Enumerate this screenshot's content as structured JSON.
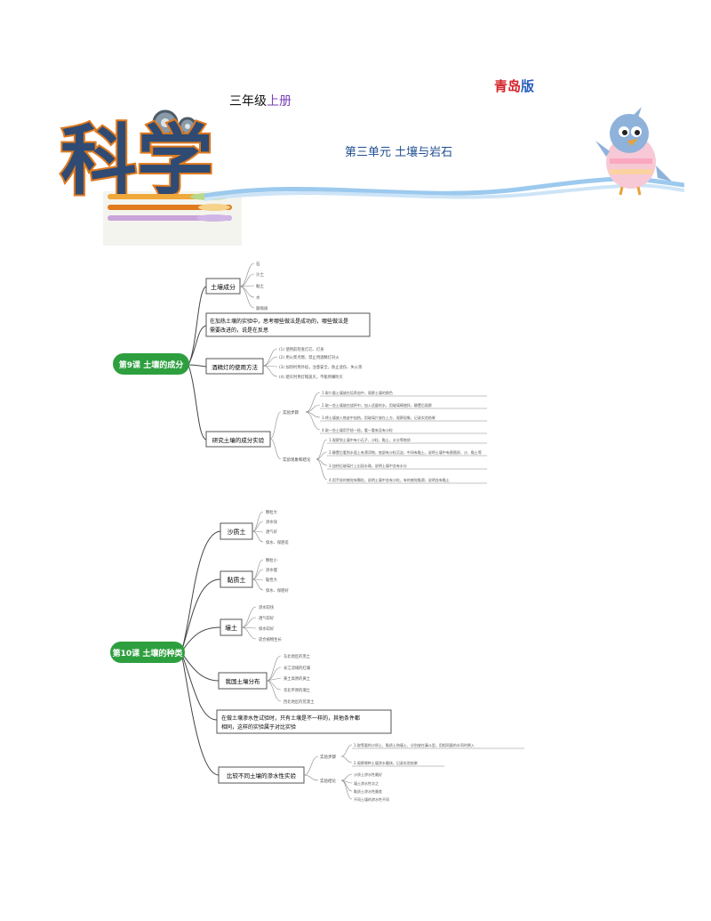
{
  "header": {
    "grade": "三年级",
    "grade_hi": "上册",
    "edition_a": "青岛",
    "edition_b": "版",
    "logo_text": "科学",
    "unit_title": "第三单元 土壤与岩石"
  },
  "map1": {
    "root": "第9课 土壤的成分",
    "n1": "土壤成分",
    "n1_leaves": [
      "石",
      "沙土",
      "黏土",
      "水",
      "腐殖质"
    ],
    "n2_line1": "在加热土壤的实验中，思考哪些做法是成功的，哪些做法是",
    "n2_line2": "需要改进的，说是在反思",
    "n3": "酒精灯的使用方法",
    "n3_leaves": [
      "(1) 使用前检查灯芯、灯身",
      "(2) 用火柴点燃，禁止用酒精灯对火",
      "(3) 加热时用外焰，注意安全，防止烫伤、失火等",
      "(4) 熄灭时用灯帽盖灭，不能用嘴吹灭"
    ],
    "n4": "研究土壤的成分实验",
    "n4_sub_a": "实验步骤",
    "n4_sub_a_leaves": [
      "1.取少量土壤放在培养皿中，观察土壤的颜色",
      "2.取一些土壤放在烧杯中，加入适量的水，用玻璃棒搅拌，静置后观察",
      "3.将土壤放入铁皮中加热，用玻璃片放在上方，观察现象，记录实验结果",
      "4.取一些土壤用手捻一捻，看一看有没有沙粒"
    ],
    "n4_sub_b": "实验现象和结论",
    "n4_sub_b_leaves": [
      "1.观察到土壤中有小石子、沙粒、黏土、水分等物质",
      "2.静置后看到水面上有漂浮物，底部有沙粒沉淀，中间有黏土，说明土壤中有腐殖质、沙、黏土等",
      "3.加热后玻璃片上出现水珠，说明土壤中含有水分",
      "4.用手捻时感觉有颗粒，说明土壤中含有沙粒，有的感觉黏滑，说明含有黏土"
    ]
  },
  "map2": {
    "root": "第10课 土壤的种类",
    "sand": "沙质土",
    "sand_leaves": [
      "颗粒大",
      "渗水快",
      "透气好",
      "保水、保肥差"
    ],
    "clay": "黏质土",
    "clay_leaves": [
      "颗粒小",
      "渗水慢",
      "黏性大",
      "保水、保肥好"
    ],
    "loam": "壤土",
    "loam_leaves": [
      "渗水较快",
      "透气较好",
      "保水较好",
      "适合植物生长"
    ],
    "dist": "我国土壤分布",
    "dist_leaves": [
      "东北地区的黑土",
      "长江流域的红壤",
      "黄土高原的黄土",
      "华北平原的潮土",
      "西北地区的荒漠土"
    ],
    "exp_line1": "在做土壤渗水性试验时，只有土壤是不一样的，其他条件都",
    "exp_line2": "相同，这样的实验属于对比实验",
    "cmp": "比较不同土壤的渗水性实验",
    "cmp_sub_a": "实验步骤",
    "cmp_sub_a_leaves": [
      "1.取等量的沙质土、黏质土和壤土，分别放在漏斗里，用相同量的水同时倒入",
      "2.观察哪种土壤渗水最快，记录实验结果"
    ],
    "cmp_sub_b": "实验结论",
    "cmp_sub_b_leaves": [
      "沙质土渗水性最好",
      "壤土渗水性次之",
      "黏质土渗水性最差",
      "不同土壤的渗水性不同"
    ]
  }
}
